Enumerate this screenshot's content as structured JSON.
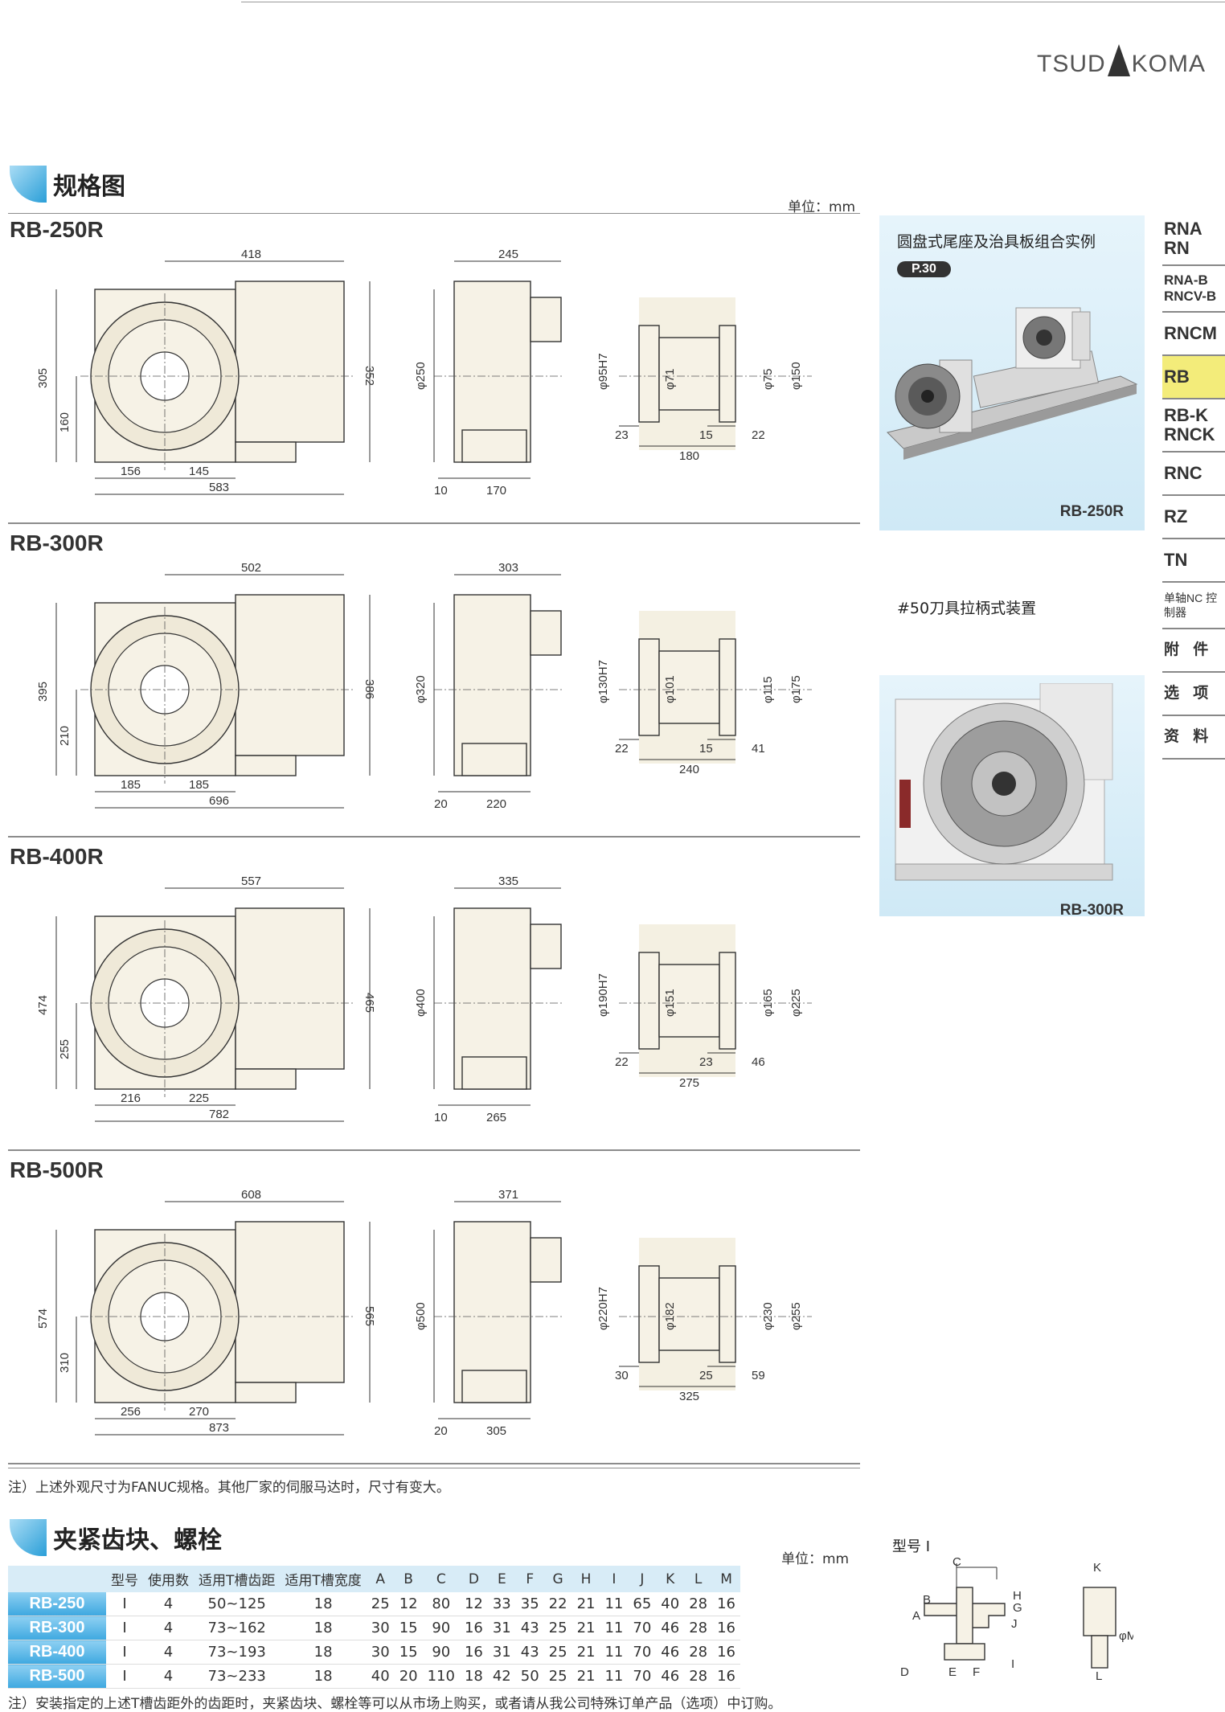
{
  "brand": {
    "left": "TSUD",
    "right": "KOMA"
  },
  "section1": {
    "title": "规格图",
    "unit": "单位：mm"
  },
  "models": [
    {
      "name": "RB-250R",
      "front": {
        "width_top": "418",
        "h_total": "305",
        "h_center": "160",
        "h_right": "352",
        "w1": "156",
        "w2": "145",
        "w_total": "583"
      },
      "side": {
        "w": "245",
        "dia": "φ250",
        "b1": "10",
        "b2": "170"
      },
      "section": {
        "bore": "φ95H7",
        "d1": "φ71",
        "d2": "φ75",
        "d3": "φ150",
        "a": "23",
        "b": "15",
        "c": "22",
        "len": "180"
      }
    },
    {
      "name": "RB-300R",
      "front": {
        "width_top": "502",
        "h_total": "395",
        "h_center": "210",
        "h_right": "386",
        "w1": "185",
        "w2": "185",
        "w_total": "696"
      },
      "side": {
        "w": "303",
        "dia": "φ320",
        "b1": "20",
        "b2": "220"
      },
      "section": {
        "bore": "φ130H7",
        "d1": "φ101",
        "d2": "φ115",
        "d3": "φ175",
        "a": "22",
        "b": "15",
        "c": "41",
        "len": "240"
      }
    },
    {
      "name": "RB-400R",
      "front": {
        "width_top": "557",
        "h_total": "474",
        "h_center": "255",
        "h_right": "465",
        "w1": "216",
        "w2": "225",
        "w_total": "782"
      },
      "side": {
        "w": "335",
        "dia": "φ400",
        "b1": "10",
        "b2": "265"
      },
      "section": {
        "bore": "φ190H7",
        "d1": "φ151",
        "d2": "φ165",
        "d3": "φ225",
        "a": "22",
        "b": "23",
        "c": "46",
        "len": "275"
      }
    },
    {
      "name": "RB-500R",
      "front": {
        "width_top": "608",
        "h_total": "574",
        "h_center": "310",
        "h_right": "565",
        "w1": "256",
        "w2": "270",
        "w_total": "873"
      },
      "side": {
        "w": "371",
        "dia": "φ500",
        "b1": "20",
        "b2": "305"
      },
      "section": {
        "bore": "φ220H7",
        "d1": "φ182",
        "d2": "φ230",
        "d3": "φ255",
        "a": "30",
        "b": "25",
        "c": "59",
        "len": "325"
      }
    }
  ],
  "photos": [
    {
      "caption": "圆盘式尾座及治具板组合实例",
      "ref": "P.30",
      "label": "RB-250R"
    },
    {
      "caption": "#50刀具拉柄式装置",
      "ref": "",
      "label": "RB-300R"
    }
  ],
  "side_tabs": [
    "RNA RN",
    "RNA-B RNCV-B",
    "RNCM",
    "RB",
    "RB-K RNCK",
    "RNC",
    "RZ",
    "TN",
    "单轴NC 控制器",
    "附 件",
    "选 项",
    "资 料"
  ],
  "note1": "注）上述外观尺寸为FANUC规格。其他厂家的伺服马达时，尺寸有变大。",
  "section2": {
    "title": "夹紧齿块、螺栓",
    "unit": "单位：mm"
  },
  "clamp_table": {
    "headers": [
      "型号",
      "使用数",
      "适用T槽齿距",
      "适用T槽宽度",
      "A",
      "B",
      "C",
      "D",
      "E",
      "F",
      "G",
      "H",
      "I",
      "J",
      "K",
      "L",
      "M"
    ],
    "rows": [
      {
        "model": "RB-250",
        "cells": [
          "I",
          "4",
          "50~125",
          "18",
          "25",
          "12",
          "80",
          "12",
          "33",
          "35",
          "22",
          "21",
          "11",
          "65",
          "40",
          "28",
          "16"
        ]
      },
      {
        "model": "RB-300",
        "cells": [
          "I",
          "4",
          "73~162",
          "18",
          "30",
          "15",
          "90",
          "16",
          "31",
          "43",
          "25",
          "21",
          "11",
          "70",
          "46",
          "28",
          "16"
        ]
      },
      {
        "model": "RB-400",
        "cells": [
          "I",
          "4",
          "73~193",
          "18",
          "30",
          "15",
          "90",
          "16",
          "31",
          "43",
          "25",
          "21",
          "11",
          "70",
          "46",
          "28",
          "16"
        ]
      },
      {
        "model": "RB-500",
        "cells": [
          "I",
          "4",
          "73~233",
          "18",
          "40",
          "20",
          "110",
          "18",
          "42",
          "50",
          "25",
          "21",
          "11",
          "70",
          "46",
          "28",
          "16"
        ]
      }
    ]
  },
  "type_label": "型号 I",
  "type_dims": {
    "A": "A",
    "B": "B",
    "C": "C",
    "D": "D",
    "E": "E",
    "F": "F",
    "G": "G",
    "H": "H",
    "I": "I",
    "J": "J",
    "K": "K",
    "L": "L",
    "M": "φM"
  },
  "note2": "注）安装指定的上述T槽齿距外的齿距时，夹紧齿块、螺栓等可以从市场上购买，或者请从我公司特殊订单产品（选项）中订购。"
}
